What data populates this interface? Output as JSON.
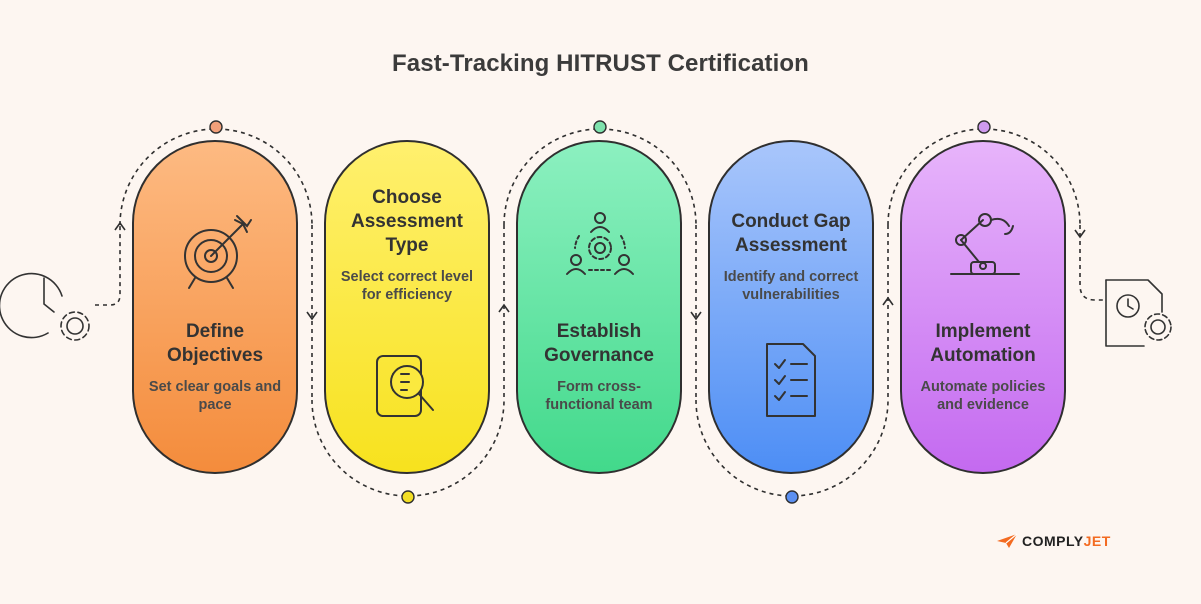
{
  "title": "Fast-Tracking HITRUST Certification",
  "steps": [
    {
      "title_lines": [
        "Define",
        "Objectives"
      ],
      "desc_lines": [
        "Set clear goals and",
        "pace"
      ],
      "icon": "target-icon",
      "color_top": "#fdba82",
      "color_bottom": "#f48c3c",
      "dot_color": "#f2a07a"
    },
    {
      "title_lines": [
        "Choose",
        "Assessment",
        "Type"
      ],
      "desc_lines": [
        "Select correct level",
        "for efficiency"
      ],
      "icon": "document-search-icon",
      "color_top": "#fff06e",
      "color_bottom": "#f7e21e",
      "dot_color": "#f2de25"
    },
    {
      "title_lines": [
        "Establish",
        "Governance"
      ],
      "desc_lines": [
        "Form cross-",
        "functional team"
      ],
      "icon": "team-gear-icon",
      "color_top": "#8cf0c0",
      "color_bottom": "#42d98b",
      "dot_color": "#7ee2ad"
    },
    {
      "title_lines": [
        "Conduct Gap",
        "Assessment"
      ],
      "desc_lines": [
        "Identify and correct",
        "vulnerabilities"
      ],
      "icon": "checklist-icon",
      "color_top": "#a9c6fb",
      "color_bottom": "#4d8ef5",
      "dot_color": "#5b8ff0"
    },
    {
      "title_lines": [
        "Implement",
        "Automation"
      ],
      "desc_lines": [
        "Automate policies",
        "and evidence"
      ],
      "icon": "robot-arm-icon",
      "color_top": "#e7b4fb",
      "color_bottom": "#c46af0",
      "dot_color": "#cf9bef"
    }
  ],
  "start_icon": "clock-gear-icon",
  "end_icon": "clock-document-gear-icon",
  "brand": {
    "prefix": "COMPLY",
    "suffix": "JET",
    "logo_icon": "paper-plane-icon",
    "accent": "#f36b21"
  }
}
